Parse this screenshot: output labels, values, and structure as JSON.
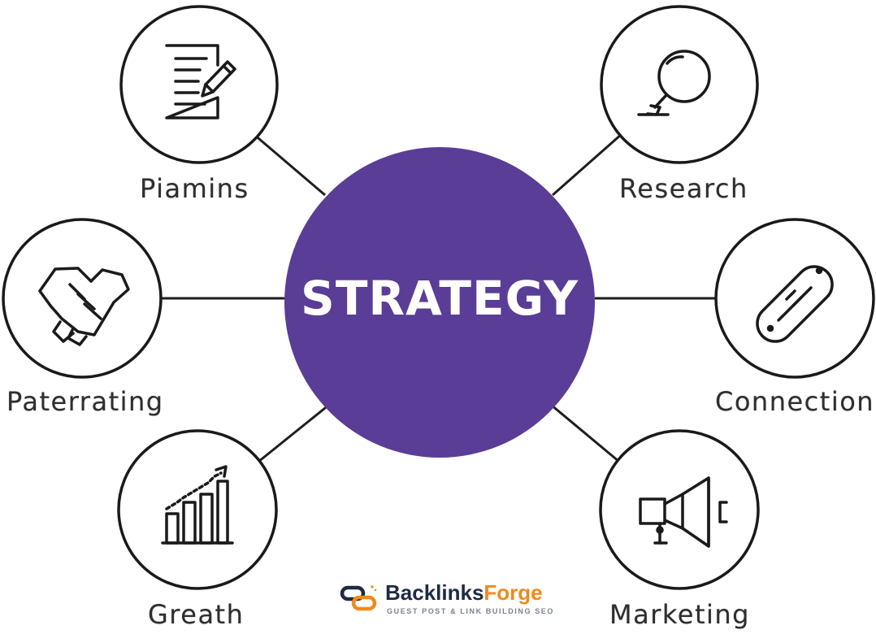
{
  "diagram": {
    "center_label": "STRATEGY",
    "nodes": [
      {
        "label": "Piamins",
        "icon": "document-pencil-icon"
      },
      {
        "label": "Research",
        "icon": "magnifier-icon"
      },
      {
        "label": "Paterrating",
        "icon": "handshake-icon"
      },
      {
        "label": "Connection",
        "icon": "chain-link-icon"
      },
      {
        "label": "Greath",
        "icon": "growth-chart-icon"
      },
      {
        "label": "Marketing",
        "icon": "megaphone-icon"
      }
    ]
  },
  "brand": {
    "name_part1": "Backlinks",
    "name_part2": "Forge",
    "tagline": "GUEST POST & LINK BUILDING SEO",
    "logo_icon": "chain-link-logo-icon"
  },
  "colors": {
    "center_fill": "#5a3d96",
    "line": "#1e1e1e",
    "brand_navy": "#1f2a44",
    "brand_orange": "#f08a1c"
  }
}
